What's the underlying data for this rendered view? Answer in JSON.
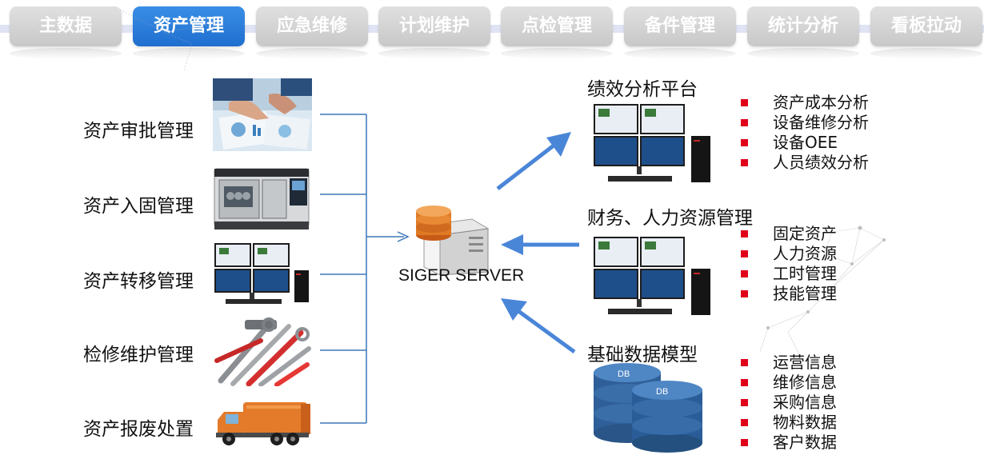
{
  "tabs": [
    "主数据",
    "资产管理",
    "应急维修",
    "计划维护",
    "点检管理",
    "备件管理",
    "统计分析",
    "看板拉动"
  ],
  "active_tab": "资产管理",
  "left_items": [
    "资产审批管理",
    "资产入固管理",
    "资产转移管理",
    "检修维护管理",
    "资产报废处置"
  ],
  "server_label": "SIGER SERVER",
  "right_sections": [
    {
      "title": "绩效分析平台",
      "items": [
        "资产成本分析",
        "设备维修分析",
        "设备OEE",
        "人员绩效分析"
      ]
    },
    {
      "title": "财务、人力资源管理",
      "items": [
        "固定资产",
        "人力资源",
        "工时管理",
        "技能管理"
      ]
    },
    {
      "title": "基础数据模型",
      "items": [
        "运营信息",
        "维修信息",
        "采购信息",
        "物料数据",
        "客户数据"
      ]
    }
  ],
  "db_label": "DB",
  "colors": {
    "active_tab": "#2a7fde",
    "inactive_tab": "#cfcfcf",
    "arrow": "#4a86d8",
    "connector": "#3f77b9",
    "bullet": "#e0001a"
  }
}
